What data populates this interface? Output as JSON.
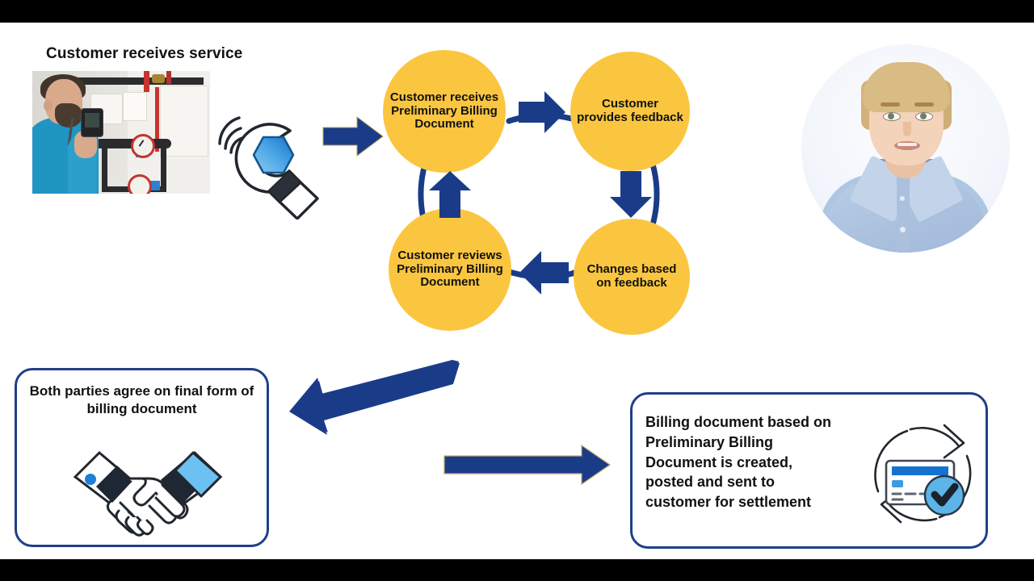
{
  "slide": {
    "section_title": "Customer receives service",
    "background_color": "#FFFFFF",
    "accent_yellow": "#FBC63F",
    "accent_blue": "#1F3F87",
    "letterbox_color": "#000000"
  },
  "cycle": {
    "nodes": [
      {
        "id": "receives",
        "label": "Customer receives Preliminary Billing Document"
      },
      {
        "id": "feedback",
        "label": "Customer provides feedback"
      },
      {
        "id": "changes",
        "label": "Changes based on feedback"
      },
      {
        "id": "reviews",
        "label": "Customer reviews Preliminary Billing Document"
      }
    ],
    "arrows": [
      "right",
      "down",
      "left",
      "up"
    ]
  },
  "boxes": {
    "agree": {
      "text": "Both parties agree on final form of billing document",
      "icon": "handshake-icon"
    },
    "billing": {
      "text": "Billing document based on Preliminary Billing Document is created, posted and sent to customer for settlement",
      "icon": "credit-card-refresh-icon"
    }
  },
  "icons": {
    "wrench": "wrench-service-icon",
    "handshake": "handshake-icon",
    "card": "credit-card-check-icon",
    "arrow_service": "right-arrow-icon",
    "arrow_diagonal": "diagonal-left-arrow-icon",
    "arrow_to_billing": "right-arrow-icon"
  },
  "presenter": {
    "name": "presenter-avatar"
  },
  "photo": {
    "name": "technician-service-photo"
  }
}
